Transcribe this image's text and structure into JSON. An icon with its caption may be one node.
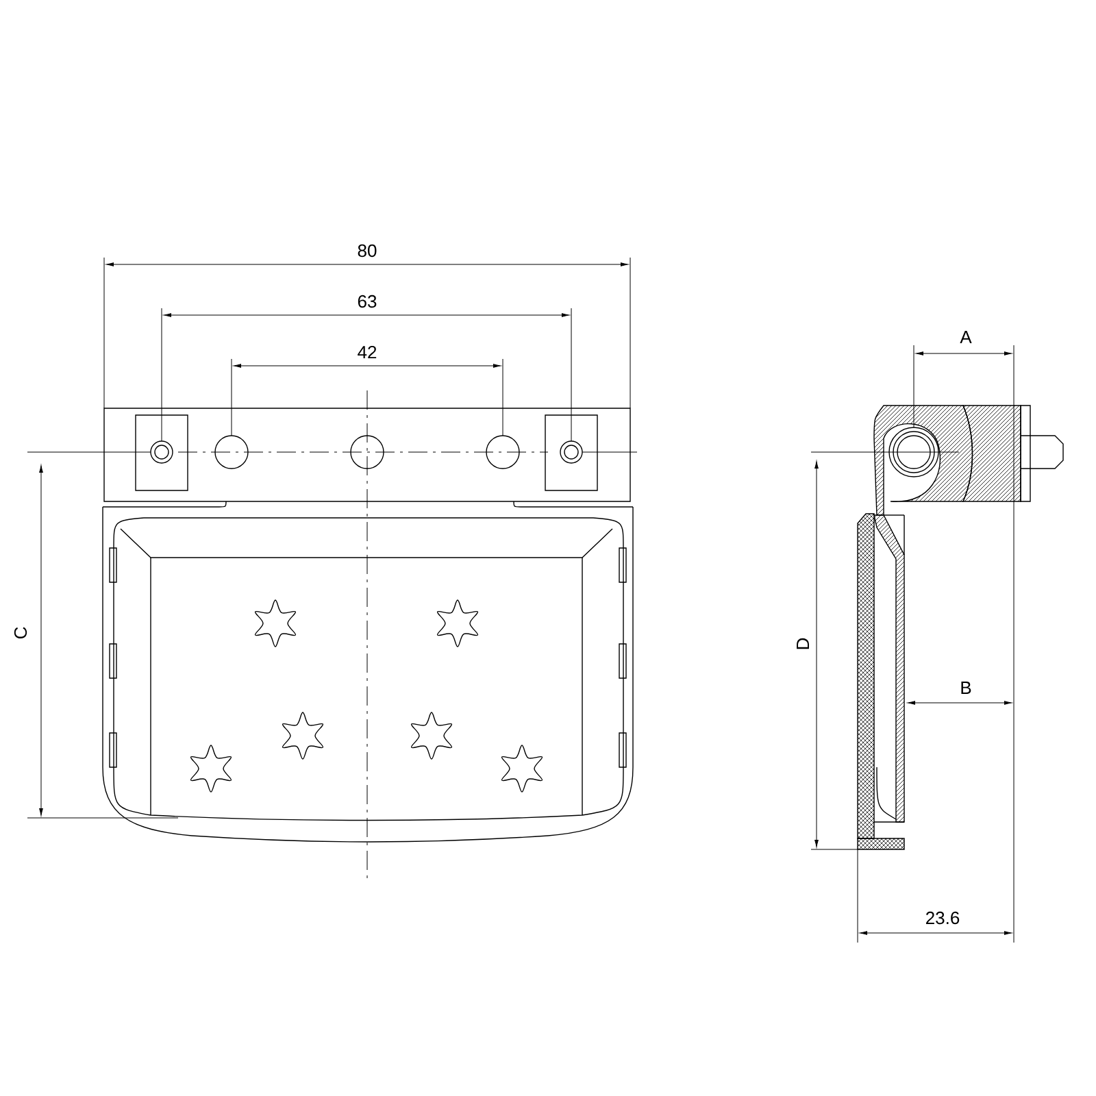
{
  "diagram": {
    "labels": [
      "80",
      "63",
      "42",
      "A",
      "C",
      "D",
      "B",
      "23.6"
    ]
  }
}
